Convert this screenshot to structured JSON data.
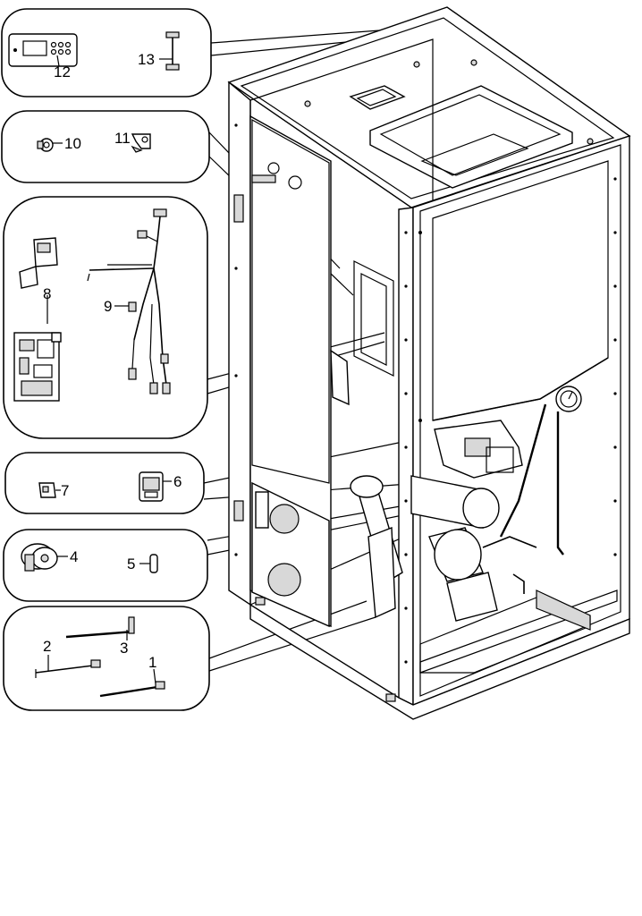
{
  "callouts": [
    {
      "id": "c1",
      "text": "1"
    },
    {
      "id": "c2",
      "text": "2"
    },
    {
      "id": "c3",
      "text": "3"
    },
    {
      "id": "c4",
      "text": "4"
    },
    {
      "id": "c5",
      "text": "5"
    },
    {
      "id": "c6",
      "text": "6"
    },
    {
      "id": "c7",
      "text": "7"
    },
    {
      "id": "c8",
      "text": "8"
    },
    {
      "id": "c9",
      "text": "9"
    },
    {
      "id": "c10",
      "text": "10"
    },
    {
      "id": "c11",
      "text": "11"
    },
    {
      "id": "c12",
      "text": "12"
    },
    {
      "id": "c13",
      "text": "13"
    }
  ],
  "colors": {
    "line": "#000000",
    "background": "#ffffff",
    "shade": "#d8d8d8"
  }
}
